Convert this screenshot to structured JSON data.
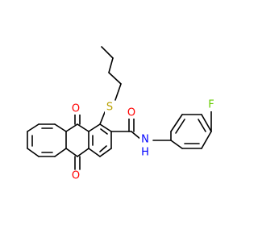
{
  "colors": {
    "bond": "#000000",
    "oxygen": "#ff0000",
    "sulfur": "#b8a000",
    "nitrogen": "#0000ff",
    "fluorine": "#66cc00",
    "hydrogen_on_nitrogen": "#0000ff"
  },
  "atoms": {
    "ketone_o_top": "O",
    "ketone_o_bottom": "O",
    "thioether_s": "S",
    "amide_o": "O",
    "amide_n": "N",
    "amide_h": "H",
    "fluorine": "F"
  }
}
